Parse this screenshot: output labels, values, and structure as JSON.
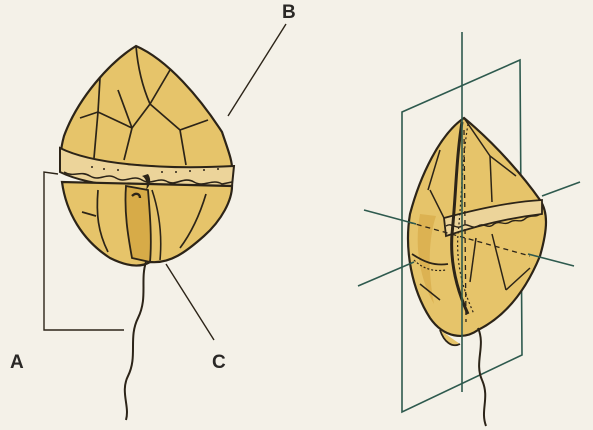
{
  "labels": {
    "a": "A",
    "b": "B",
    "c": "C"
  },
  "colors": {
    "background": "#f4f1e8",
    "plate_fill": "#e6c46a",
    "plate_shade": "#d7ab48",
    "ink": "#2c2418",
    "axis": "#2e5a4e",
    "label_text": "#2a2826"
  }
}
